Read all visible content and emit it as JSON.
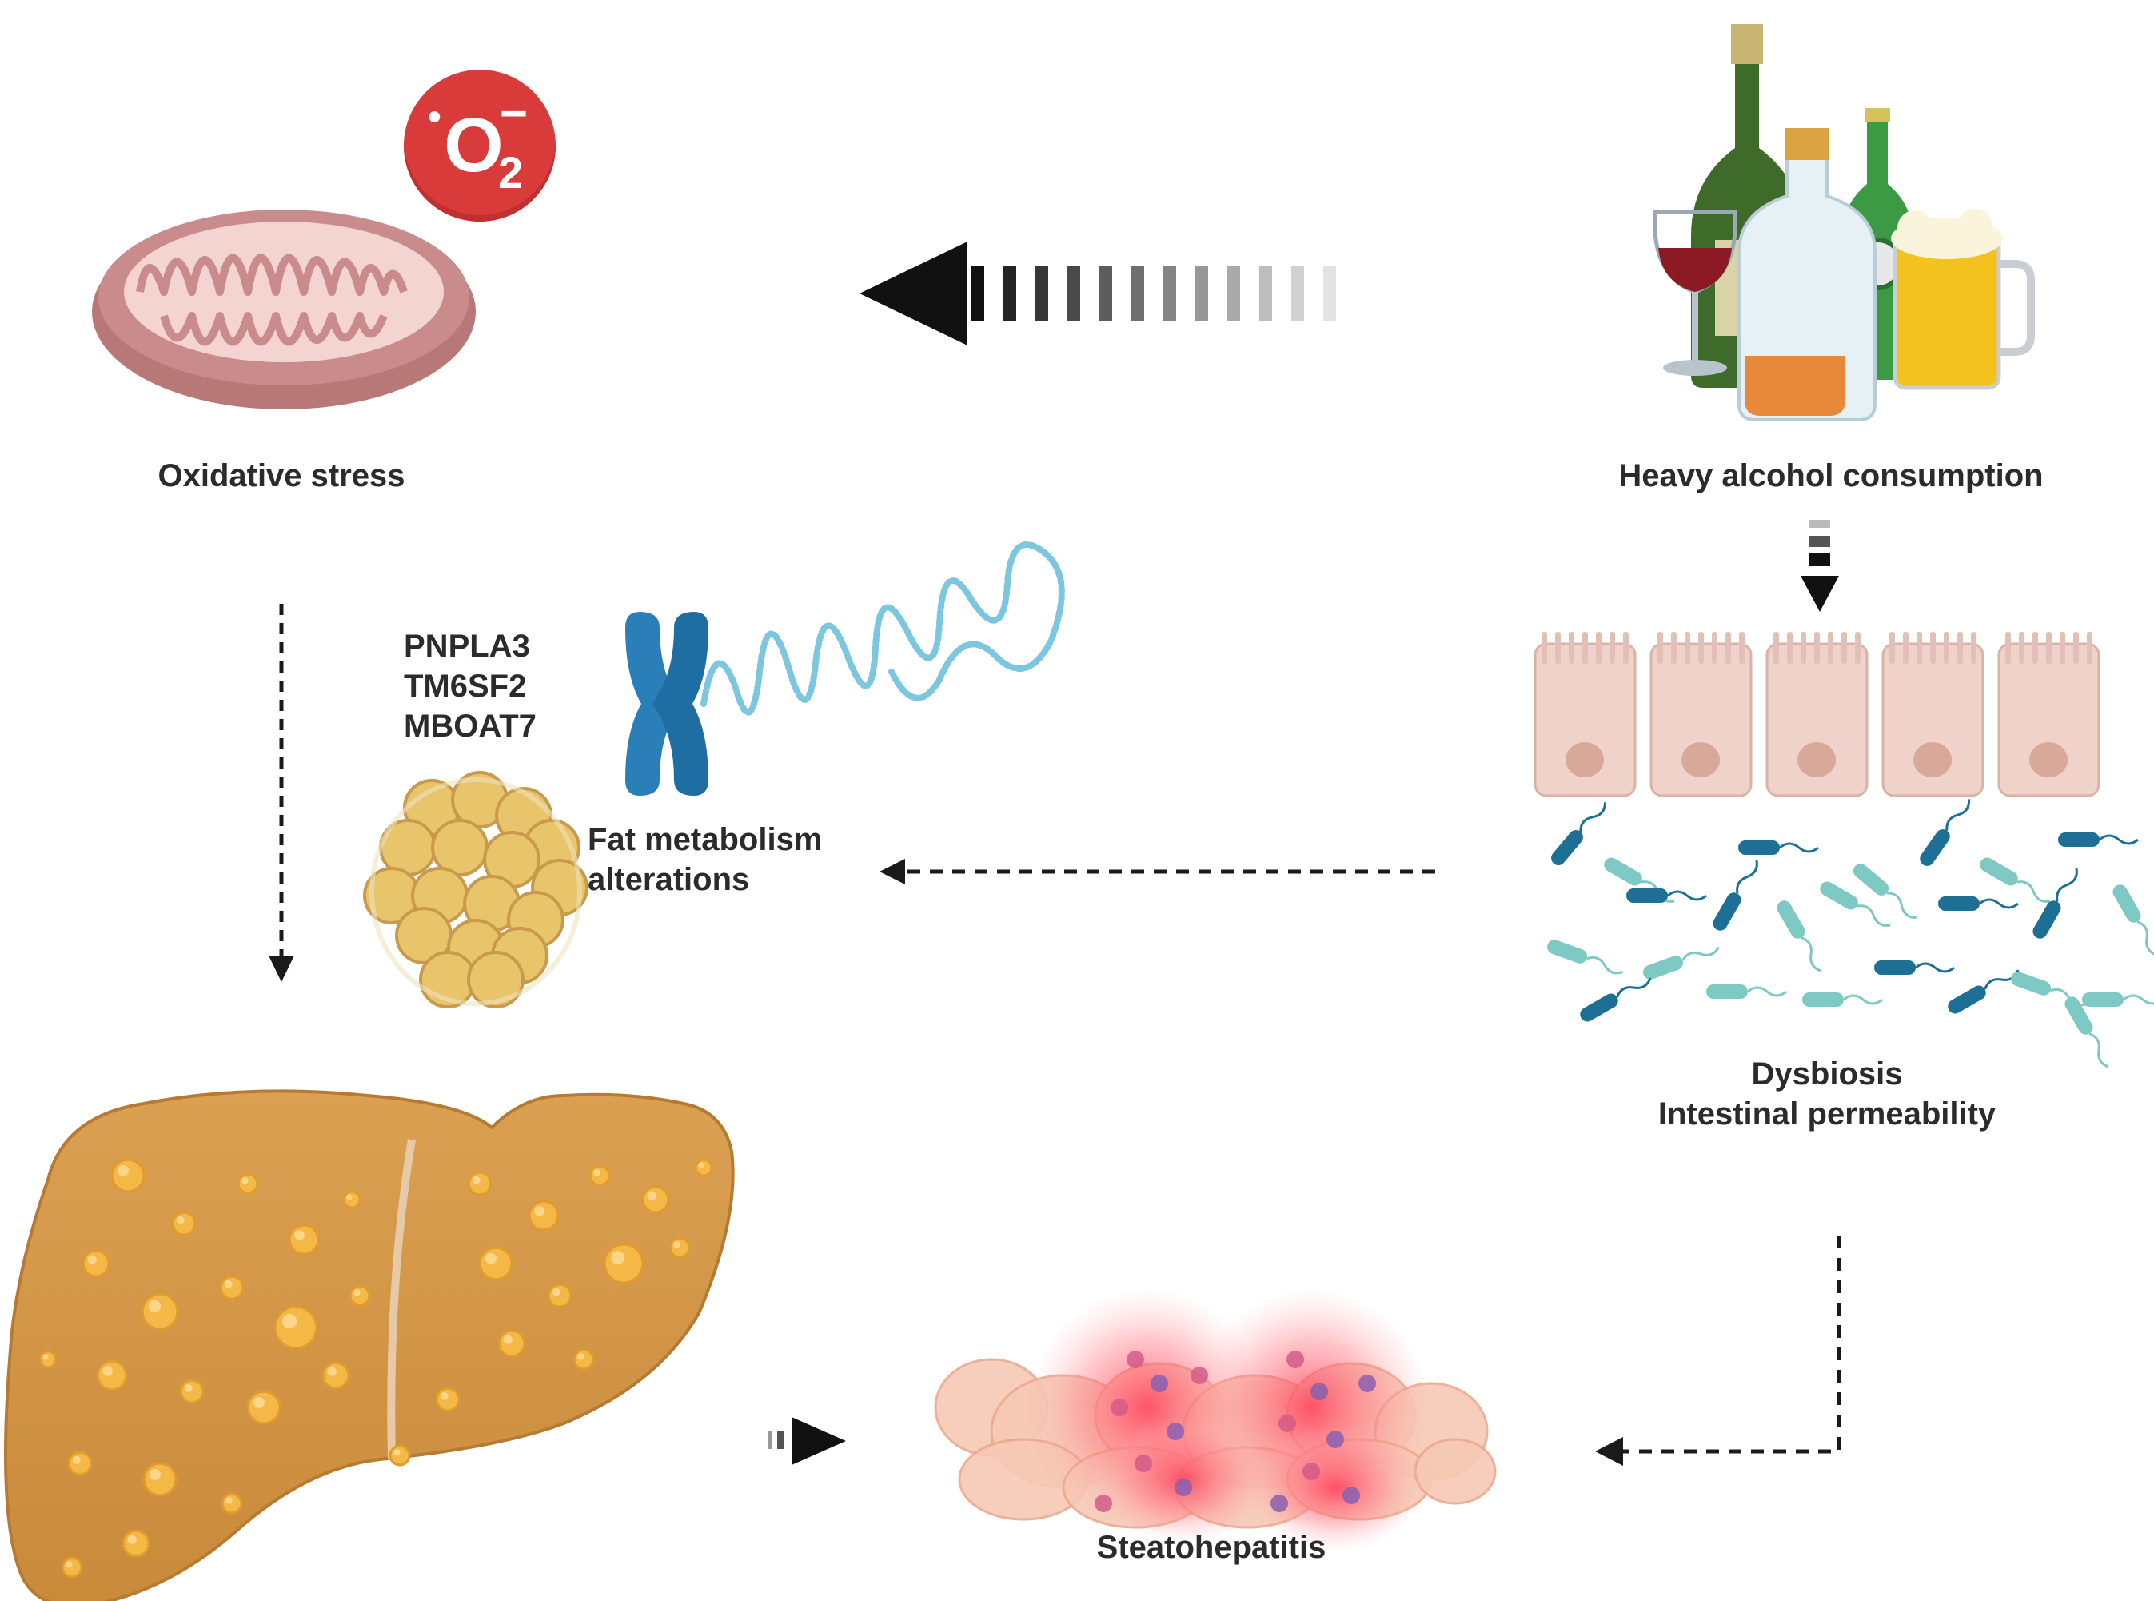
{
  "labels": {
    "oxidative_stress": "Oxidative stress",
    "heavy_alcohol": "Heavy alcohol consumption",
    "genes": [
      "PNPLA3",
      "TM6SF2",
      "MBOAT7"
    ],
    "fat_metabolism": [
      "Fat metabolism",
      "alterations"
    ],
    "dysbiosis": [
      "Dysbiosis",
      "Intestinal permeability"
    ],
    "steatohepatitis": "Steatohepatitis"
  },
  "superoxide": {
    "dot": "•",
    "base": "O",
    "charge": "−",
    "subscript": "2"
  },
  "colors": {
    "mitochondria_outer": "#c98b8b",
    "mitochondria_inner": "#f3d4d0",
    "superoxide_badge": "#d93a3a",
    "liver": "#d99a48",
    "liver_spots": "#f3b845",
    "chromosome": "#2a7fb8",
    "dna_strand": "#7cc6e0",
    "fat_cells": "#e8c46a",
    "epithelium": "#efd2c9",
    "nucleus": "#d8a898",
    "bacteria_dark": "#1e6f96",
    "bacteria_light": "#7fc9c4",
    "inflammation": "#ff5a6e",
    "arrow": "#1a1a1a"
  },
  "icons": [
    "mitochondria-icon",
    "alcohol-bottles-icon",
    "chromosome-icon",
    "dna-strand-icon",
    "fat-cells-icon",
    "intestinal-epithelium-icon",
    "gut-bacteria-icon",
    "fatty-liver-icon",
    "inflamed-tissue-icon"
  ]
}
